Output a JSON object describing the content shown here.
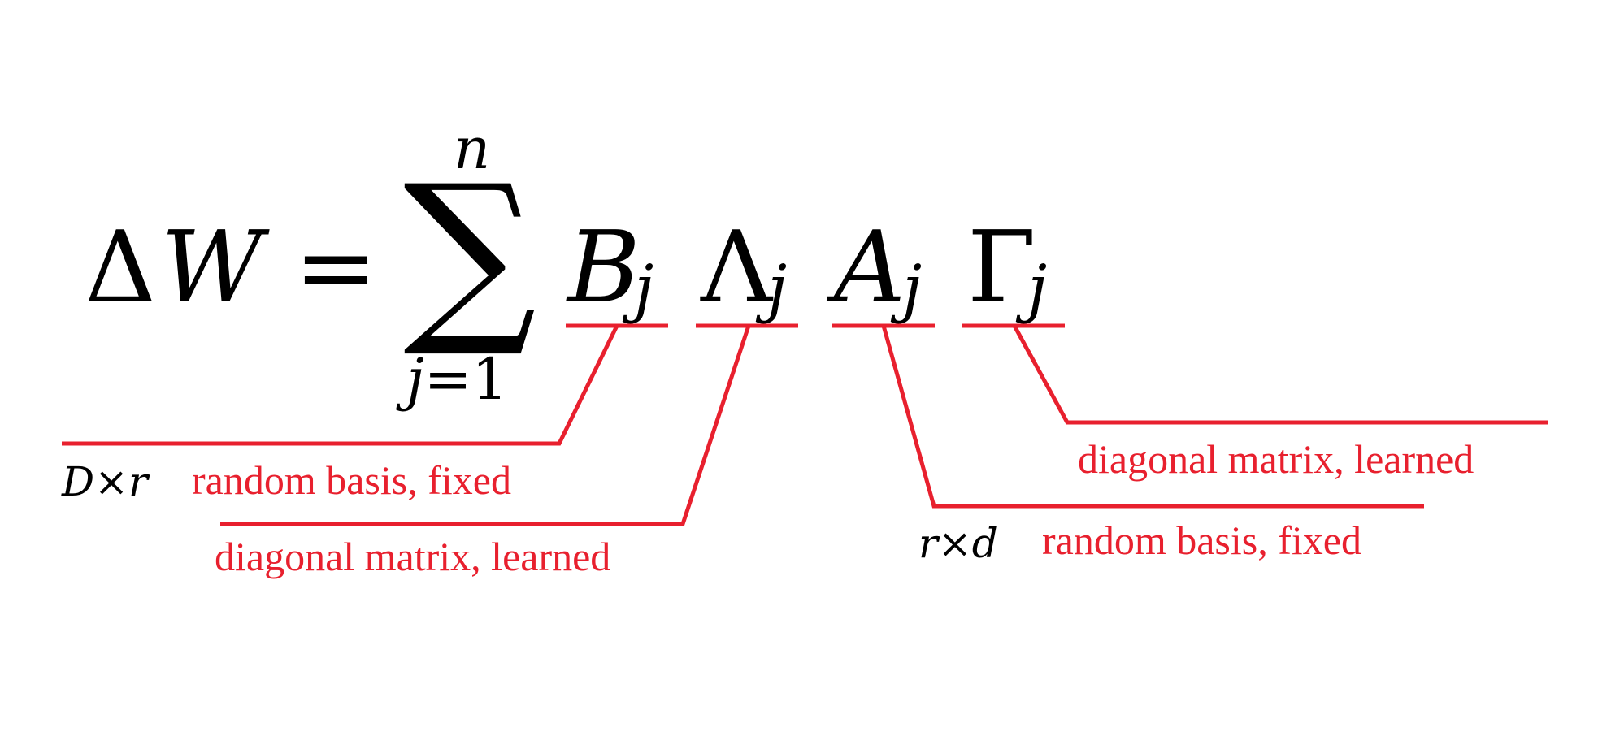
{
  "equation": {
    "lhs_delta": "Δ",
    "lhs_var": "W",
    "equals": "=",
    "sum_symbol": "∑",
    "upper_limit": "n",
    "lower_index": "j",
    "lower_equals": "=",
    "lower_start": "1",
    "terms": [
      {
        "symbol": "B",
        "subscript": "j"
      },
      {
        "symbol": "Λ",
        "subscript": "j"
      },
      {
        "symbol": "A",
        "subscript": "j"
      },
      {
        "symbol": "Γ",
        "subscript": "j"
      }
    ]
  },
  "annotations": {
    "B": {
      "dims": "D×r",
      "text": "random basis, fixed"
    },
    "Lambda": {
      "text": "diagonal matrix, learned"
    },
    "A": {
      "dims": "r×d",
      "text": "random basis, fixed"
    },
    "Gamma": {
      "text": "diagonal matrix, learned"
    }
  },
  "colors": {
    "annotation": "#e8202e",
    "math": "#000000"
  }
}
